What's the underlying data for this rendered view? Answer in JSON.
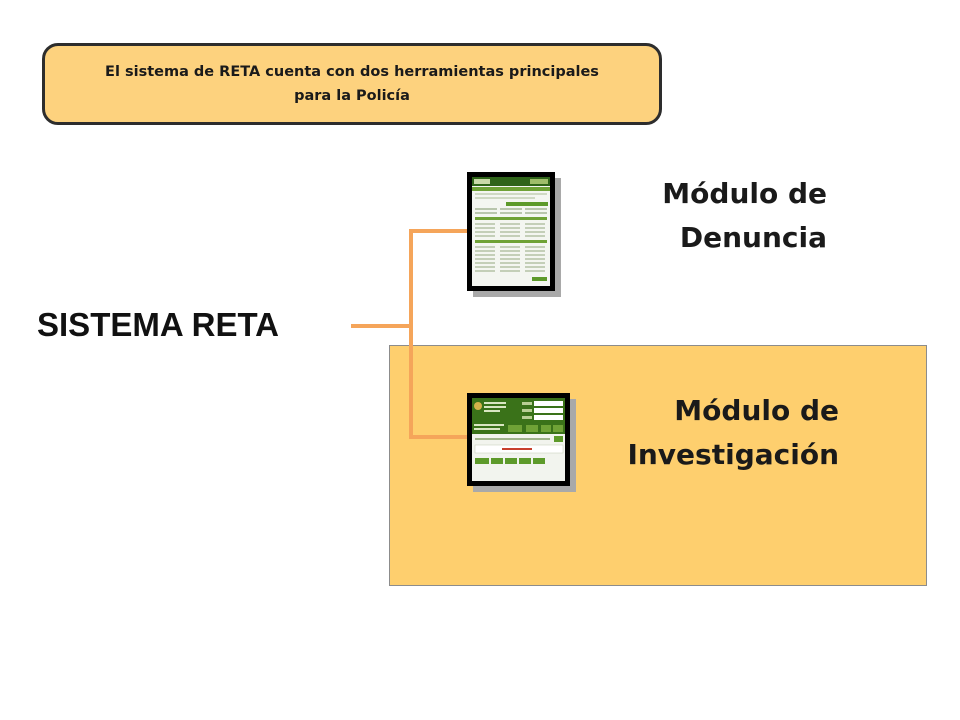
{
  "callout": {
    "text": "El sistema de RETA cuenta con dos herramientas principales para la Policía"
  },
  "root": {
    "label": "SISTEMA RETA"
  },
  "modules": [
    {
      "line1": "Módulo de",
      "line2": "Denuncia"
    },
    {
      "line1": "Módulo de",
      "line2": "Investigación"
    }
  ],
  "colors": {
    "callout_fill": "#fdd27e",
    "panel_fill": "#fecf6e",
    "connector": "#f5a55a",
    "thumb_green": "#3f7a1e"
  }
}
